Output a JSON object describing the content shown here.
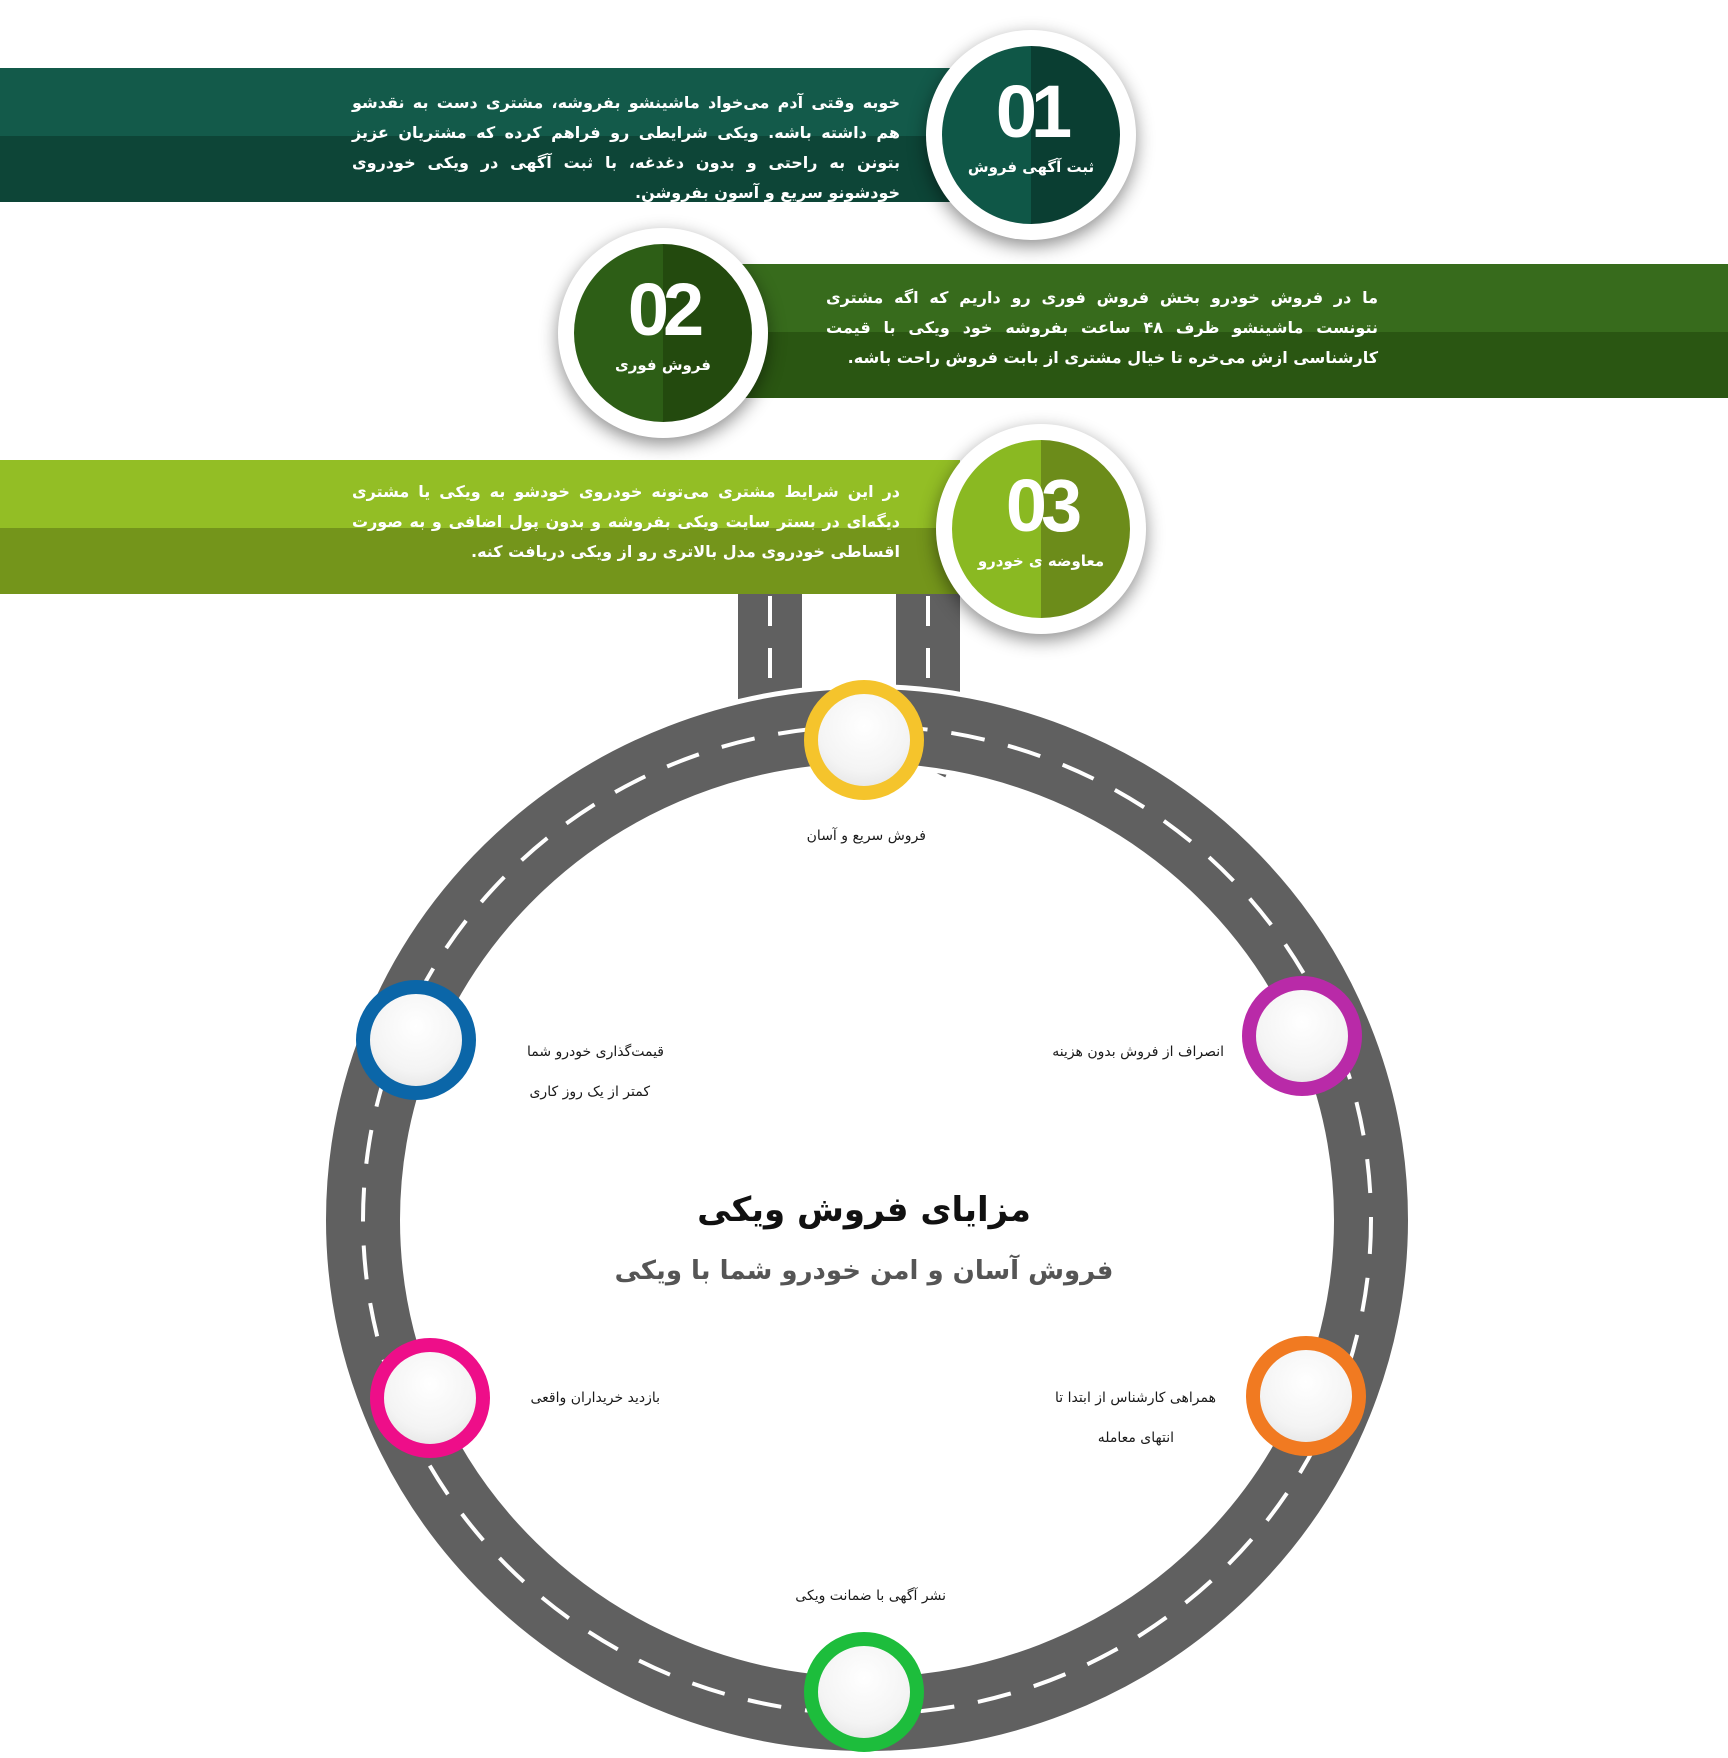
{
  "steps": [
    {
      "number": "01",
      "label": "ثبت آگهی فروش",
      "text": "خوبه وقتی آدم می‌خواد ماشینشو بفروشه، مشتری دست به نقدشو هم داشته باشه. ویکی شرایطی رو فراهم کرده که مشتریان عزیز بتونن به راحتی و بدون دغدغه، با ثبت آگهی در ویکی خودروی خودشونو سریع و آسون بفروشن.",
      "colors": {
        "band_top": "#135a4a",
        "band_bottom": "#0d4537",
        "badge_left": "#0f5747",
        "badge_right": "#0a3e32"
      }
    },
    {
      "number": "02",
      "label": "فروش فوری",
      "text": "ما در فروش خودرو بخش فروش فوری رو داریم که اگه مشتری نتونست ماشینشو ظرف ۴۸ ساعت بفروشه خود ویکی با قیمت کارشناسی ازش می‌خره تا خیال مشتری از بابت فروش راحت باشه.",
      "colors": {
        "band_top": "#376b1c",
        "band_bottom": "#2a5612",
        "badge_left": "#2d5e16",
        "badge_right": "#234a0e"
      }
    },
    {
      "number": "03",
      "label": "معاوضه ی خودرو",
      "text": "در این شرایط مشتری می‌تونه خودروی خودشو به ویکی یا مشتری دیگه‌ای در بستر سایت ویکی بفروشه و بدون پول اضافی و به صورت اقساطی خودروی مدل بالاتری رو از ویکی دریافت کنه.",
      "colors": {
        "band_top": "#93be25",
        "band_bottom": "#74951b",
        "badge_left": "#8ab922",
        "badge_right": "#6c8c1a"
      }
    }
  ],
  "benefits": {
    "title": "مزایای فروش ویکی",
    "subtitle": "فروش آسان و امن خودرو شما با ویکی",
    "items": [
      {
        "text": "فروش سریع و آسان",
        "color": "#f5c42c"
      },
      {
        "text": "انصراف از فروش بدون هزینه",
        "color": "#b92aa8"
      },
      {
        "text": "قیمت‌گذاری خودرو شما",
        "text2": "کمتر از یک روز کاری",
        "color": "#0b66a8"
      },
      {
        "text": "همراهی کارشناس از ابتدا تا",
        "text2": "انتهای معامله",
        "color": "#f17a21"
      },
      {
        "text": "بازدید خریداران واقعی",
        "color": "#ee0e89"
      },
      {
        "text": "نشر آگهی با ضمانت ویکی",
        "color": "#1dbd3c"
      }
    ]
  },
  "colors": {
    "road": "#606060",
    "road_edge": "#ffffff",
    "background": "#ffffff"
  }
}
